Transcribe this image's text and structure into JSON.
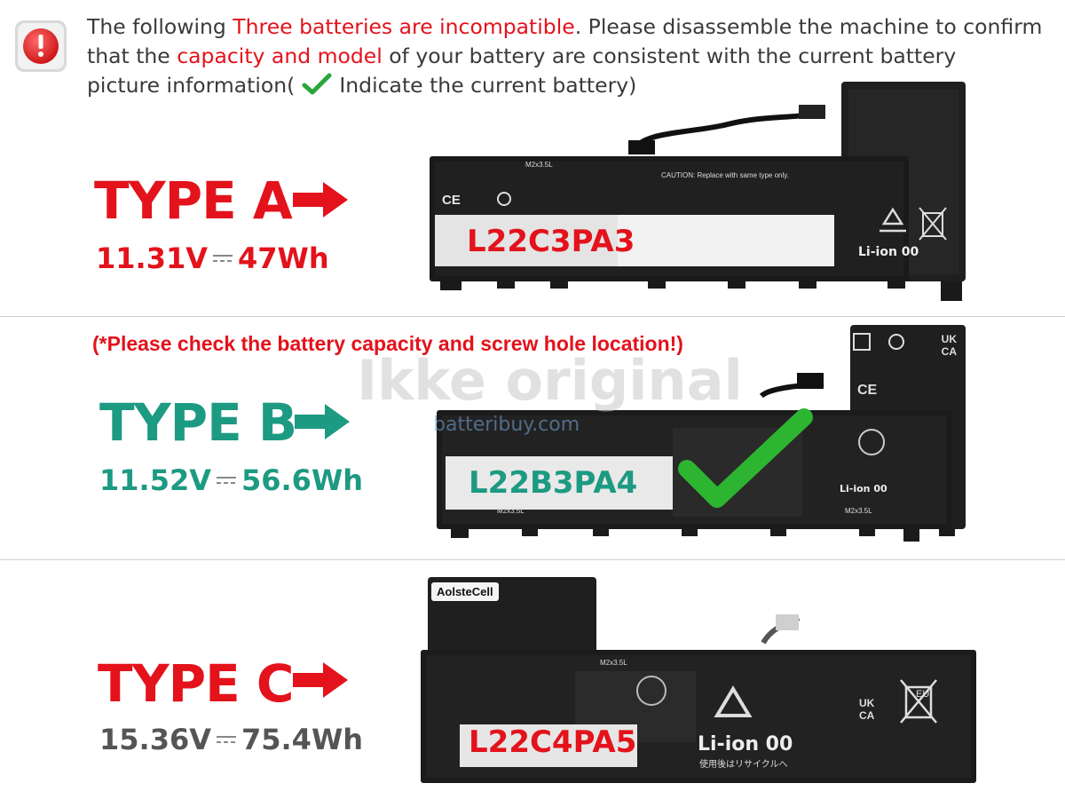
{
  "header": {
    "part1": "The following ",
    "highlight1": "Three  batteries are incompatible",
    "part2": ". Please disassemble the machine to confirm",
    "part3": "that the ",
    "highlight2": "capacity and model",
    "part4": " of your battery are consistent with the current battery",
    "part5": "picture information(",
    "part6": "Indicate the current battery)"
  },
  "warning": "(*Please check the battery capacity and screw hole location!)",
  "watermark": {
    "text": "Ikke original",
    "url": "batteribuy.com"
  },
  "types": [
    {
      "label": "TYPE A",
      "voltage": "11.31V",
      "energy": "47Wh",
      "model": "L22C3PA3",
      "color": "#e3121b",
      "spec_color": "#e3121b"
    },
    {
      "label": "TYPE B",
      "voltage": "11.52V",
      "energy": "56.6Wh",
      "model": "L22B3PA4",
      "color": "#1d9a82",
      "spec_color": "#1d9a82"
    },
    {
      "label": "TYPE C",
      "voltage": "15.36V",
      "energy": "75.4Wh",
      "model": "L22C4PA5",
      "color": "#e3121b",
      "spec_color": "#555555"
    }
  ],
  "battery_labels": {
    "li_ion": "Li-ion 00",
    "brand": "AolsteCell",
    "screw": "M2x3.5L",
    "eu": "EU",
    "ukca_top": "UK",
    "ukca_bottom": "CA",
    "caution": "CAUTION: Replace with same type only.",
    "type_c_jp": "使用後はリサイクルへ"
  },
  "icons": [
    "alert-icon",
    "checkmark-icon",
    "arrow-right-icon",
    "recycle-icon",
    "crossed-bin-icon",
    "ce-mark-icon"
  ]
}
